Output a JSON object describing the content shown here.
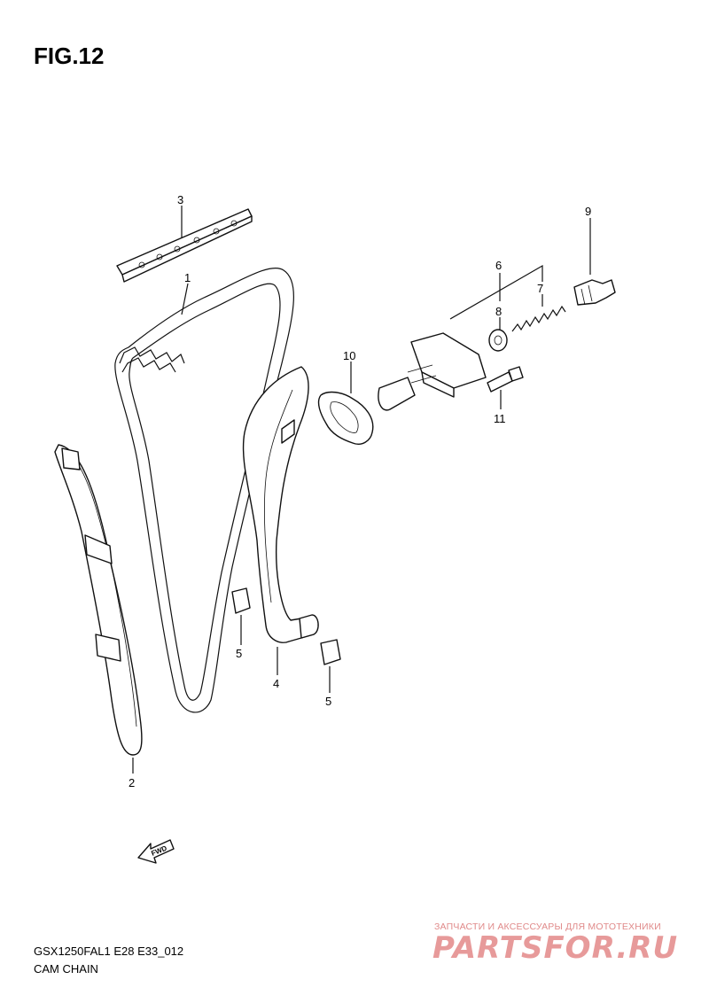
{
  "figure": {
    "title": "FIG.12"
  },
  "callouts": [
    "1",
    "2",
    "3",
    "4",
    "5",
    "5",
    "6",
    "7",
    "8",
    "9",
    "10",
    "11"
  ],
  "fwd_label": "FWD",
  "footer": {
    "model_code": "GSX1250FAL1 E28 E33_012",
    "part_name": "CAM CHAIN"
  },
  "watermark": {
    "tagline": "ЗАПЧАСТИ И АКСЕССУАРЫ ДЛЯ МОТОТЕХНИКИ",
    "logo": "PARTSFOR.RU"
  }
}
